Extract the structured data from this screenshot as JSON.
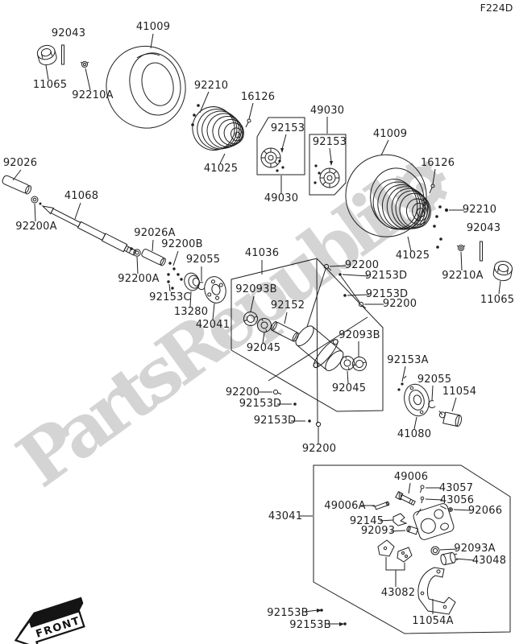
{
  "page": {
    "diagram_code": "F224D",
    "watermark": "PartsRepublik",
    "front_label": "FRONT"
  },
  "colors": {
    "background": "#ffffff",
    "line": "#1f1f1f",
    "label": "#1f1f1f",
    "watermark": "#d4d4d4"
  },
  "callouts": {
    "tl_92043": "92043",
    "tl_41009": "41009",
    "tl_11065": "11065",
    "tl_92210A": "92210A",
    "l_92210": "92210",
    "l_16126": "16126",
    "l_41025": "41025",
    "lbox_92153": "92153",
    "lbox_49030": "49030",
    "rbox_49030": "49030",
    "rbox_92153": "92153",
    "r_41009": "41009",
    "r_16126": "16126",
    "r_92210": "92210",
    "r_92043": "92043",
    "r_41025": "41025",
    "r_92210A": "92210A",
    "r_11065": "11065",
    "axle_92026": "92026",
    "axle_92200A_1": "92200A",
    "axle_41068": "41068",
    "axle_92026A": "92026A",
    "axle_92200B": "92200B",
    "axle_92200A_2": "92200A",
    "axle_92055": "92055",
    "axle_92153C": "92153C",
    "axle_13280": "13280",
    "axle_42041": "42041",
    "hub_41036": "41036",
    "hub_92093B_L": "92093B",
    "hub_92152": "92152",
    "hub_92045_L": "92045",
    "hub_92200_T": "92200",
    "hub_92153D_1": "92153D",
    "hub_92153D_2": "92153D",
    "hub_92200_2": "92200",
    "hub_92093B_R": "92093B",
    "hub_92045_R": "92045",
    "hub_92153A": "92153A",
    "hub_92055": "92055",
    "hub_11054": "11054",
    "hub_41080": "41080",
    "hub_92200_3": "92200",
    "hub_92153D_3": "92153D",
    "hub_92153D_4": "92153D",
    "hub_92200_4": "92200",
    "brake_43041": "43041",
    "brake_49006": "49006",
    "brake_43057": "43057",
    "brake_43056": "43056",
    "brake_92066": "92066",
    "brake_49006A": "49006A",
    "brake_92145": "92145",
    "brake_92093": "92093",
    "brake_92093A": "92093A",
    "brake_43048": "43048",
    "brake_43082": "43082",
    "brake_11054A": "11054A",
    "bl_92153B_1": "92153B",
    "bl_92153B_2": "92153B"
  }
}
